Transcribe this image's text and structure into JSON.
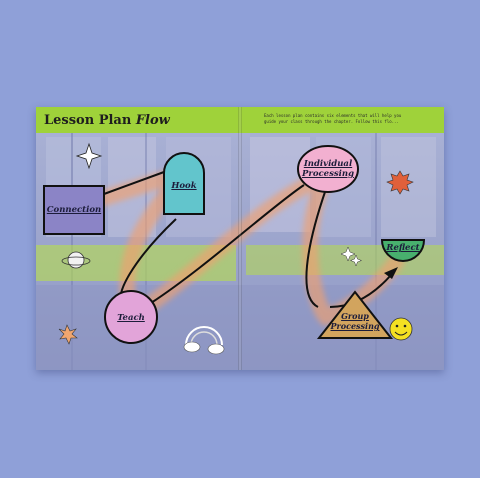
{
  "title": {
    "main": "Lesson Plan",
    "accent": "Flow"
  },
  "intro_text": "Each lesson plan contains six elements that will help you guide your class through the chapter. Follow this flo...",
  "nodes": {
    "connection": "Connection",
    "hook": "Hook",
    "teach": "Teach",
    "individual": "Individual Processing",
    "group": "Group Processing",
    "reflect": "Reflect"
  },
  "colors": {
    "background": "#8fa0d8",
    "title_band": "#9fd23a",
    "connection_fill": "#8b84c6",
    "hook_fill": "#62c5cc",
    "teach_fill": "#e2a4d9",
    "individual_fill": "#f2b0d0",
    "group_fill": "#d2a45e",
    "reflect_fill": "#48b06e",
    "path_glow": "#f0a070"
  },
  "decorations": [
    "sparkle-icon",
    "planet-icon",
    "star-icon",
    "cloud-rainbow-icon",
    "sun-icon",
    "smiley-icon"
  ]
}
